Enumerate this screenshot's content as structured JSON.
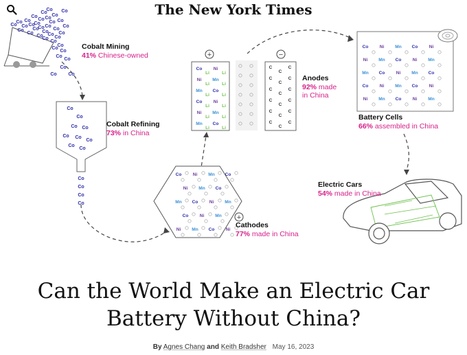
{
  "masthead": "The New York Times",
  "labels": {
    "cobalt_mining": {
      "title": "Cobalt Mining",
      "pct": "41%",
      "rest": " Chinese-owned"
    },
    "cobalt_refining": {
      "title": "Cobalt Refining",
      "pct": "73%",
      "rest": " in China"
    },
    "anodes": {
      "title": "Anodes",
      "pct": "92%",
      "rest": " made",
      "line2": "in China"
    },
    "battery_cells": {
      "title": "Battery Cells",
      "pct": "66%",
      "rest": " assembled in China"
    },
    "electric_cars": {
      "title": "Electric Cars",
      "pct": "54%",
      "rest": " made in China"
    },
    "cathodes": {
      "title": "Cathodes",
      "pct": "77%",
      "rest": " made in China"
    }
  },
  "symbols": {
    "co": "Co",
    "ni": "Ni",
    "mn": "Mn",
    "li": "Li",
    "c": "C",
    "plus": "+",
    "minus": "−"
  },
  "headline": {
    "line1": "Can the World Make an Electric Car",
    "line2": "Battery Without China?"
  },
  "byline": {
    "by": "By",
    "author1": "Agnes Chang",
    "and": "and",
    "author2": "Keith Bradsher",
    "date": "May 16, 2023"
  },
  "colors": {
    "cobalt": "#2b2ba8",
    "nickel": "#6a3c9a",
    "manganese": "#3a8fd6",
    "lithium": "#6cc04a",
    "accent": "#d6218a"
  }
}
